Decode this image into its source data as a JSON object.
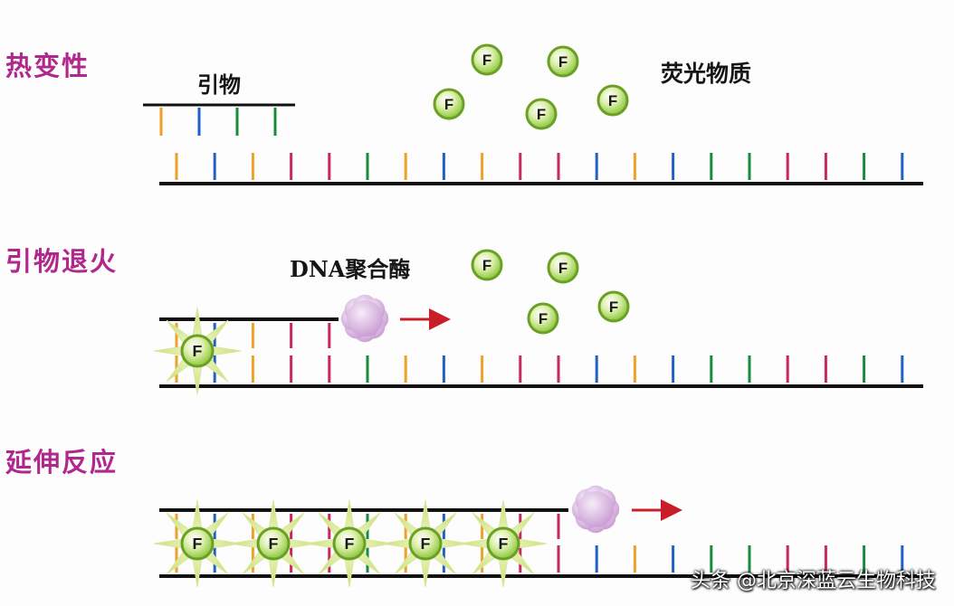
{
  "stages": [
    {
      "label": "热变性"
    },
    {
      "label": "引物退火"
    },
    {
      "label": "延伸反应"
    }
  ],
  "labels": {
    "primer": "引物",
    "fluorescent_substance": "荧光物质",
    "dna_polymerase": "DNA聚合酶"
  },
  "fluorophore_letter": "F",
  "watermark": "头条 @北京深蓝云生物科技",
  "colors": {
    "stage_label": "#b0288c",
    "strand": "#111111",
    "base_orange": "#f0a028",
    "base_blue": "#2060c8",
    "base_green": "#188a3c",
    "base_magenta": "#c8285a",
    "fluorophore": "#8cc83c",
    "fluorophore_glow": "#c8e070",
    "polymerase": "#c89ad2",
    "arrow": "#c81e28"
  },
  "base_sequence": [
    "orange",
    "blue",
    "orange",
    "magenta",
    "magenta",
    "green",
    "orange",
    "blue",
    "orange",
    "magenta",
    "magenta",
    "blue",
    "orange",
    "blue",
    "green",
    "green",
    "magenta",
    "magenta",
    "green",
    "blue"
  ],
  "icons": {
    "fluorophore": "fluorophore-icon",
    "polymerase": "polymerase-icon",
    "arrow": "arrow-right-icon",
    "release_burst": "starburst-icon"
  }
}
